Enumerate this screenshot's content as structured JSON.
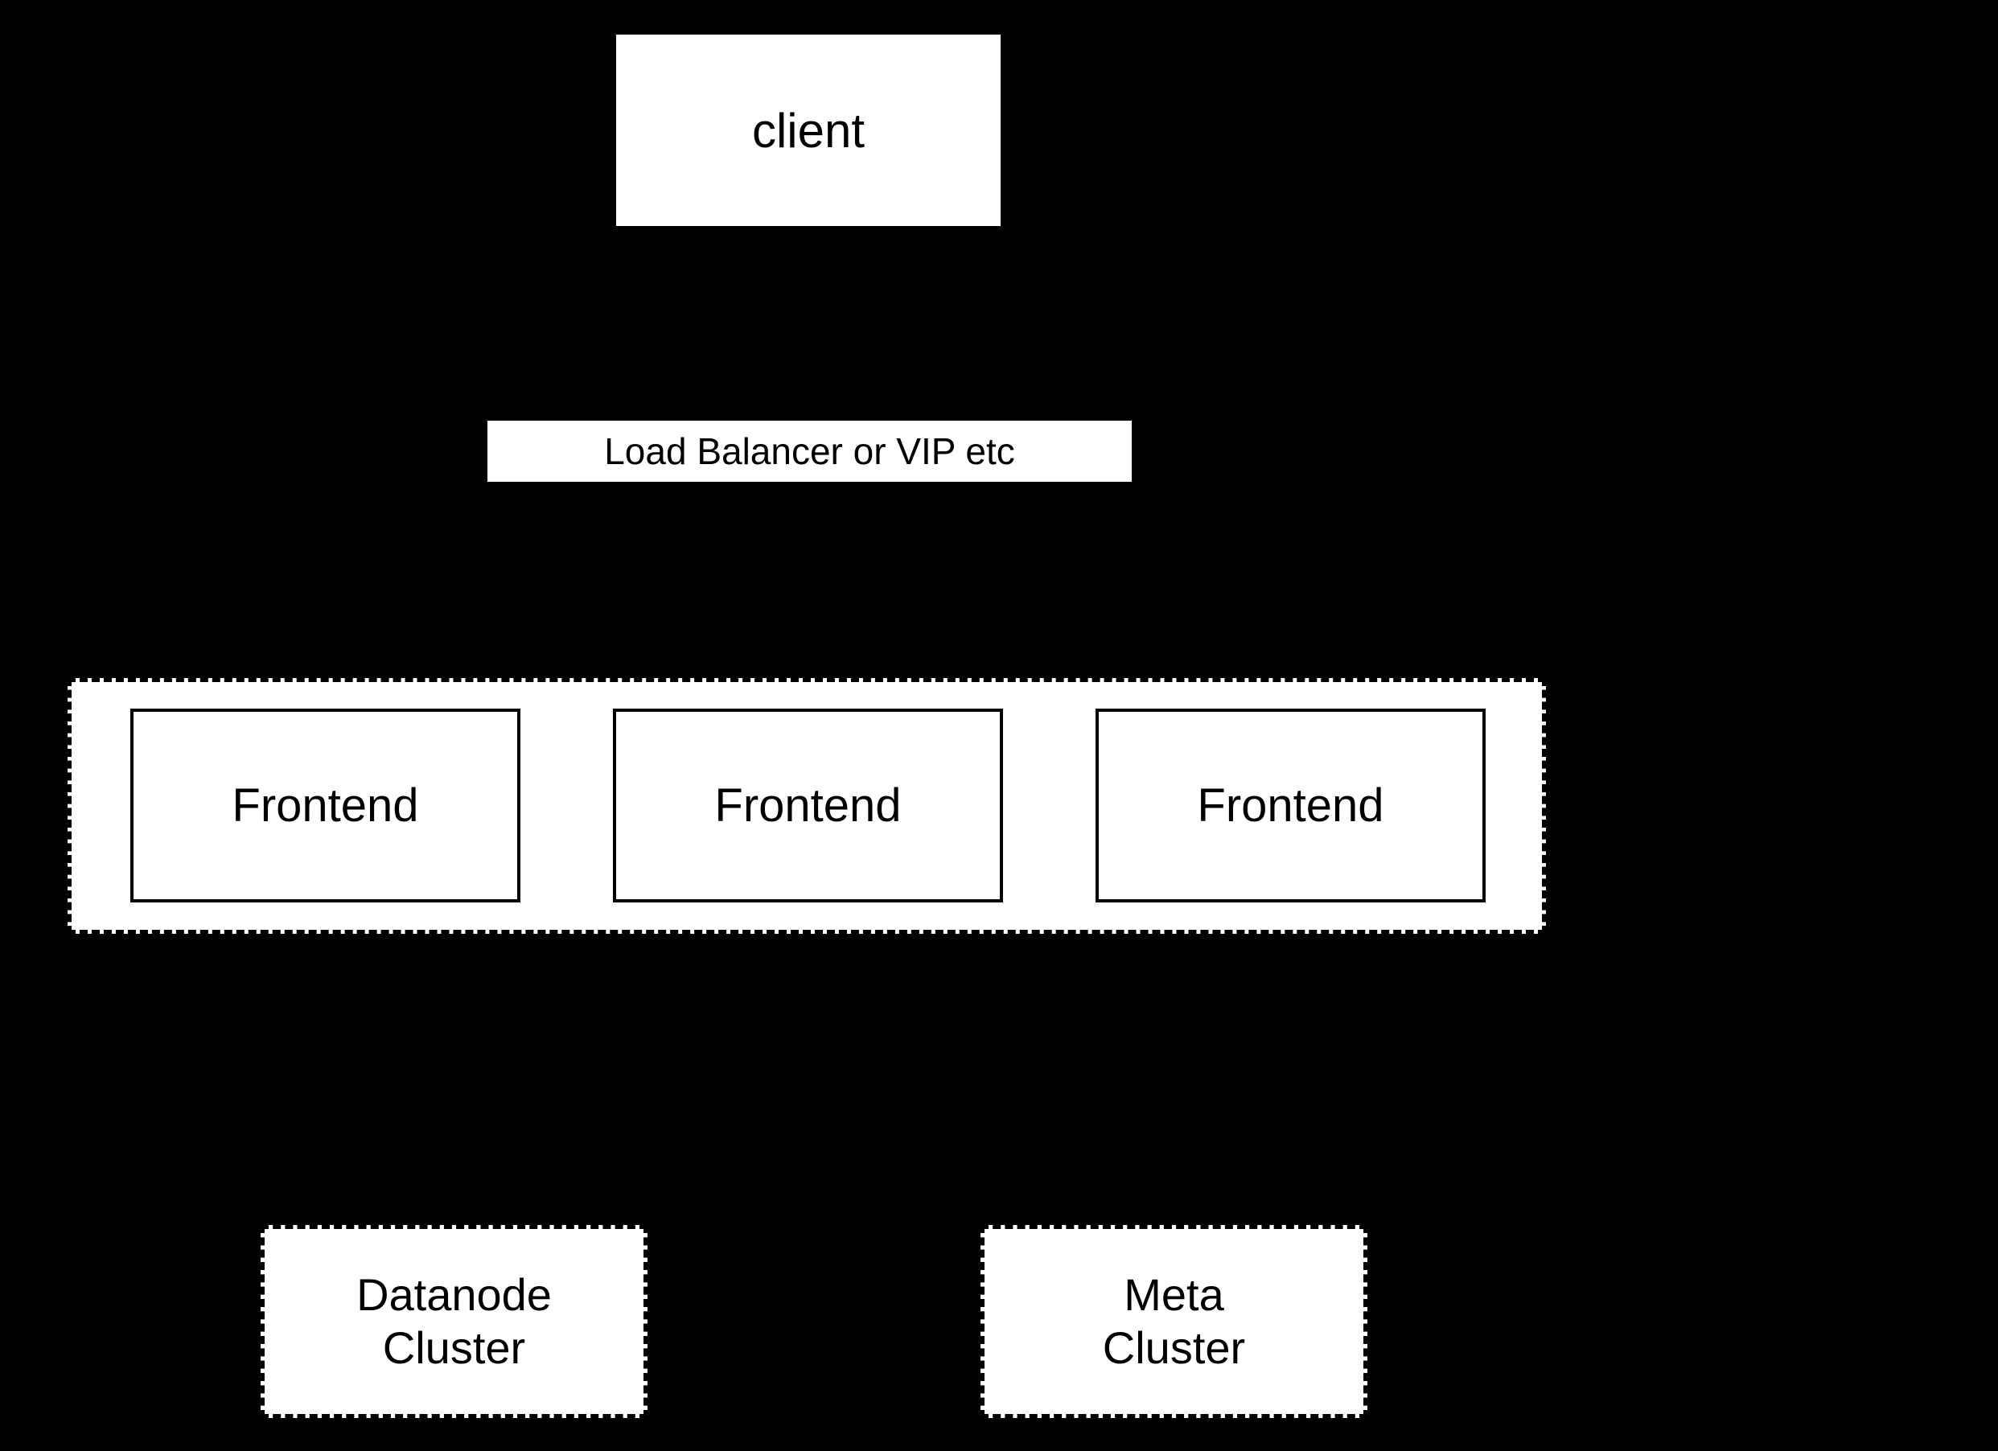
{
  "diagram": {
    "colors": {
      "background": "#000000",
      "box_fill": "#ffffff",
      "border": "#000000",
      "text": "#000000"
    },
    "nodes": {
      "client": {
        "label": "client"
      },
      "load_balancer": {
        "label": "Load Balancer or VIP etc"
      },
      "frontends": [
        {
          "label": "Frontend"
        },
        {
          "label": "Frontend"
        },
        {
          "label": "Frontend"
        }
      ],
      "datanode_cluster": {
        "lines": [
          "Datanode",
          "Cluster"
        ]
      },
      "meta_cluster": {
        "lines": [
          "Meta",
          "Cluster"
        ]
      }
    }
  }
}
